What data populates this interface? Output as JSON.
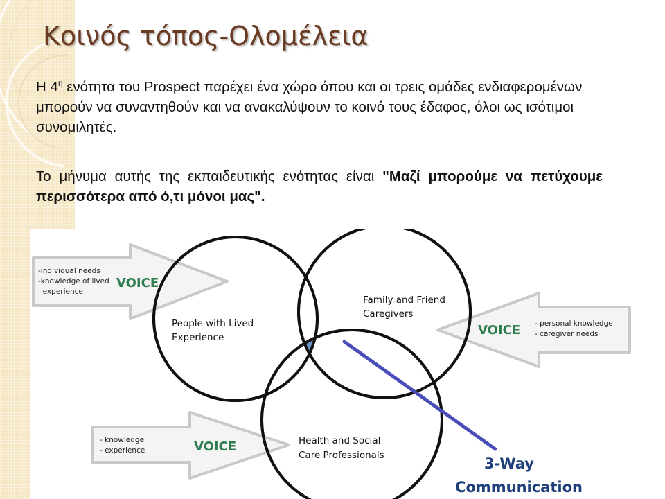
{
  "title": "Κοινός τόπος-Ολομέλεια",
  "paragraph1": {
    "part1": "Η  4",
    "sup": "η",
    "part2": " ενότητα του Prospect παρέχει ένα  χώρο  όπου  και οι τρεις ομάδες ενδιαφερομένων μπορούν να συναντηθούν και να ανακαλύψουν  το κοινό τους έδαφος, όλοι ως ισότιμοι συνομιλητές."
  },
  "paragraph2": {
    "normal": "Το μήνυμα αυτής της εκπαιδευτικής ενότητας είναι ",
    "bold": "\"Μαζί μπορούμε να πετύχουμε περισσότερα από ό,τι μόνοι μας\"."
  },
  "diagram": {
    "circles": {
      "lived_experience": {
        "line1": "People with Lived",
        "line2": "Experience"
      },
      "family": {
        "line1": "Family and Friend",
        "line2": "Caregivers"
      },
      "professionals": {
        "line1": "Health and Social",
        "line2": "Care Professionals"
      }
    },
    "arrows": {
      "lived": {
        "voice": "VOICE",
        "notes": [
          "-individual needs",
          "-knowledge of lived",
          "  experience"
        ]
      },
      "family": {
        "voice": "VOICE",
        "notes": [
          "- personal knowledge",
          "- caregiver needs"
        ]
      },
      "professionals": {
        "voice": "VOICE",
        "notes": [
          "- knowledge",
          "- experience"
        ]
      }
    },
    "three_way": {
      "line1": "3-Way",
      "line2": "Communication"
    }
  },
  "colors": {
    "title": "#6b3a22",
    "voice": "#2e7d4f",
    "center": "#6f93c3",
    "communication": "#1e3f7a",
    "pointer": "#4a4db8",
    "band": "#f6e7c4",
    "arrow_fill": "#f4f4f4",
    "arrow_stroke": "#c9c9c9"
  }
}
